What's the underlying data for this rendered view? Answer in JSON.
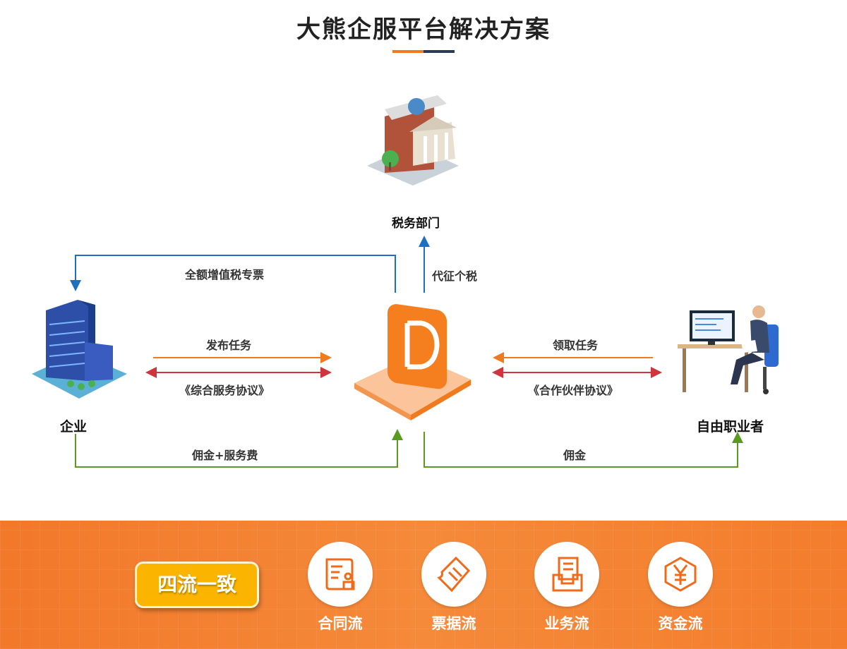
{
  "title": "大熊企服平台解决方案",
  "nodes": {
    "tax": "税务部门",
    "enterprise": "企业",
    "freelancer": "自由职业者"
  },
  "flows": {
    "vat_invoice": "全额增值税专票",
    "withhold_tax": "代征个税",
    "publish_task": "发布任务",
    "service_agreement": "《综合服务协议》",
    "claim_task": "领取任务",
    "partner_agreement": "《合作伙伴协议》",
    "commission_fee": "佣金+服务费",
    "commission": "佣金"
  },
  "footer": {
    "badge": "四流一致",
    "items": [
      {
        "label": "合同流",
        "icon": "contract-icon"
      },
      {
        "label": "票据流",
        "icon": "ticket-icon"
      },
      {
        "label": "业务流",
        "icon": "business-icon"
      },
      {
        "label": "资金流",
        "icon": "yuan-icon"
      }
    ]
  },
  "colors": {
    "orange": "#f07b1f",
    "blue": "#1e6fc0",
    "red": "#d0343c",
    "green": "#5a9a1e"
  }
}
